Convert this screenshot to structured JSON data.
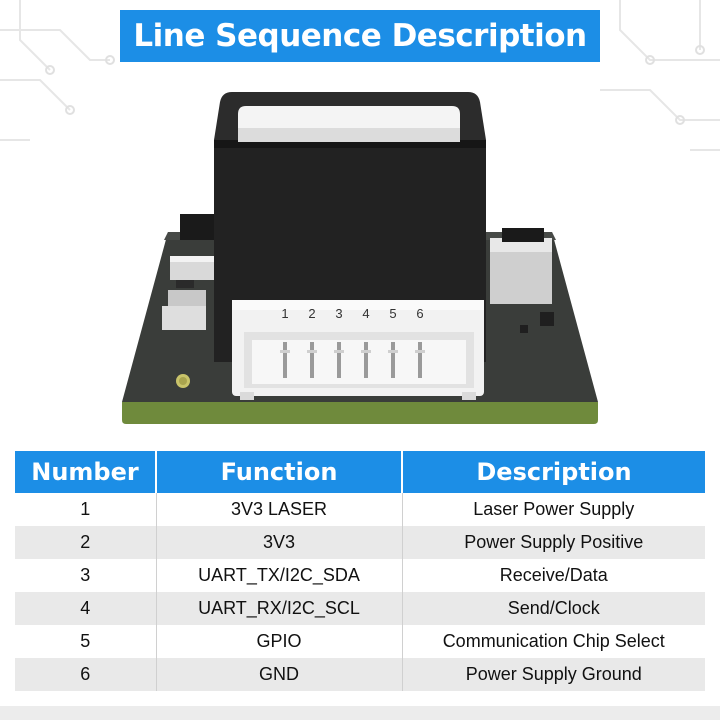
{
  "title": "Line Sequence Description",
  "connector_pin_labels": [
    "1",
    "2",
    "3",
    "4",
    "5",
    "6"
  ],
  "table": {
    "headers": {
      "number": "Number",
      "function": "Function",
      "description": "Description"
    },
    "rows": [
      {
        "number": "1",
        "function": "3V3 LASER",
        "description": "Laser Power Supply"
      },
      {
        "number": "2",
        "function": "3V3",
        "description": "Power Supply Positive"
      },
      {
        "number": "3",
        "function": "UART_TX/I2C_SDA",
        "description": "Receive/Data"
      },
      {
        "number": "4",
        "function": "UART_RX/I2C_SCL",
        "description": "Send/Clock"
      },
      {
        "number": "5",
        "function": "GPIO",
        "description": "Communication Chip Select"
      },
      {
        "number": "6",
        "function": "GND",
        "description": "Power Supply Ground"
      }
    ]
  },
  "colors": {
    "accent": "#1c8ee6",
    "pcb": "#3a3d3a",
    "pcb_edge": "#6f8a3c",
    "housing": "#222222",
    "connector": "#f2f2f2"
  }
}
